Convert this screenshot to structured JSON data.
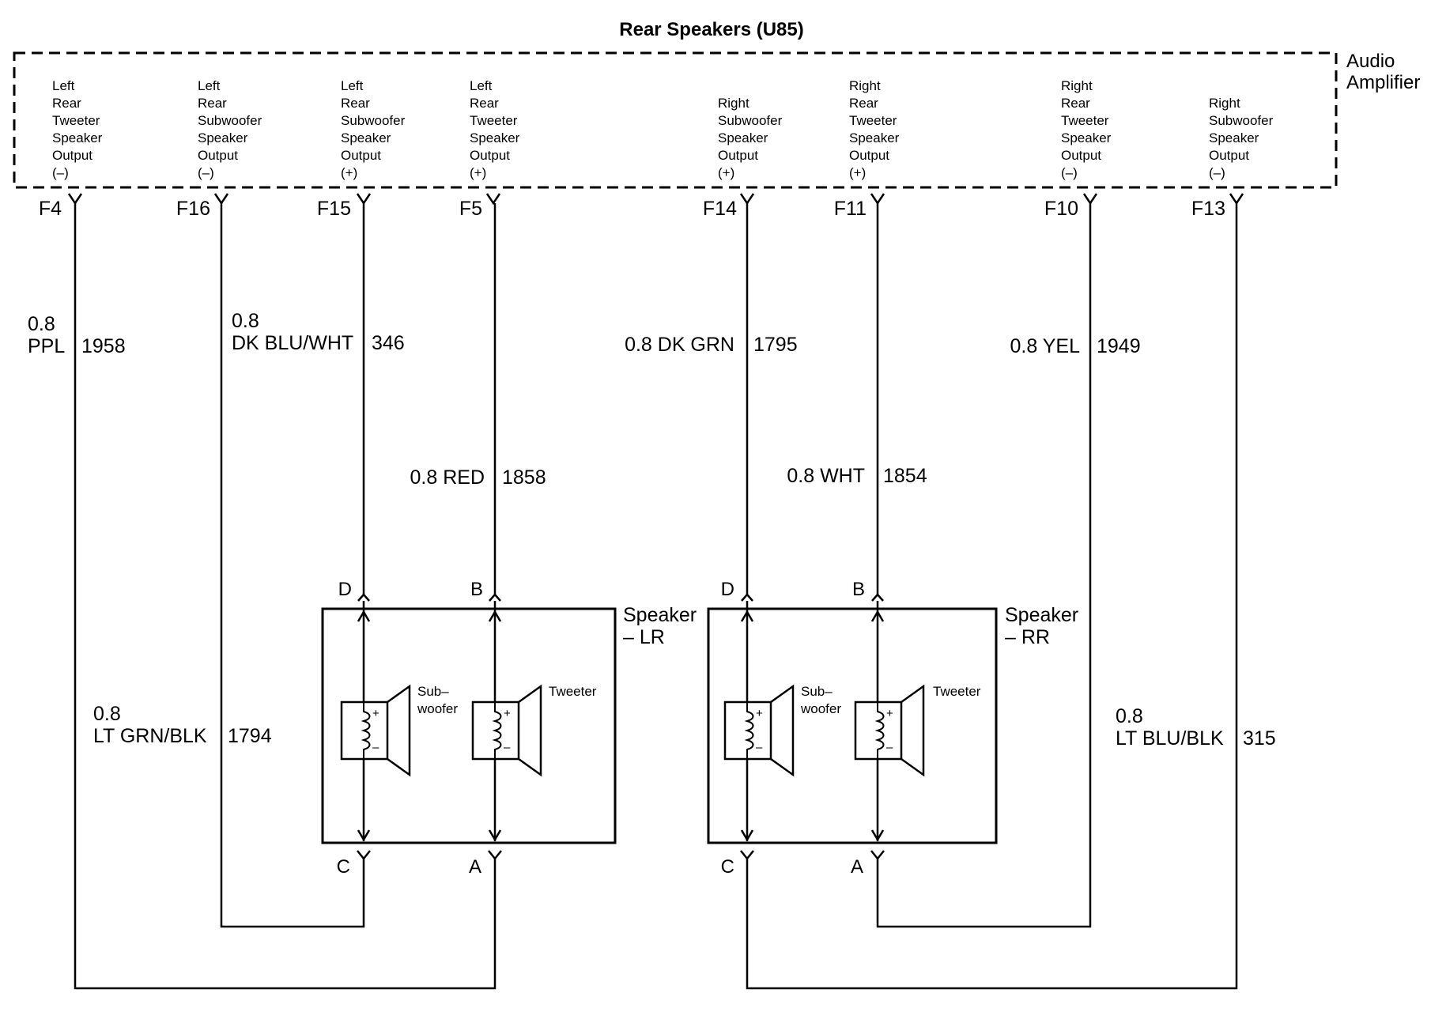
{
  "title": "Rear Speakers (U85)",
  "amplifier": {
    "name_line1": "Audio",
    "name_line2": "Amplifier"
  },
  "outputs": [
    {
      "pin": "F4",
      "lines": [
        "Left",
        "Rear",
        "Tweeter",
        "Speaker",
        "Output",
        "(–)"
      ]
    },
    {
      "pin": "F16",
      "lines": [
        "Left",
        "Rear",
        "Subwoofer",
        "Speaker",
        "Output",
        "(–)"
      ]
    },
    {
      "pin": "F15",
      "lines": [
        "Left",
        "Rear",
        "Subwoofer",
        "Speaker",
        "Output",
        "(+)"
      ]
    },
    {
      "pin": "F5",
      "lines": [
        "Left",
        "Rear",
        "Tweeter",
        "Speaker",
        "Output",
        "(+)"
      ]
    },
    {
      "pin": "F14",
      "lines": [
        "Right",
        "Subwoofer",
        "Speaker",
        "Output",
        "(+)"
      ]
    },
    {
      "pin": "F11",
      "lines": [
        "Right",
        "Rear",
        "Tweeter",
        "Speaker",
        "Output",
        "(+)"
      ]
    },
    {
      "pin": "F10",
      "lines": [
        "Right",
        "Rear",
        "Tweeter",
        "Speaker",
        "Output",
        "(–)"
      ]
    },
    {
      "pin": "F13",
      "lines": [
        "Right",
        "Subwoofer",
        "Speaker",
        "Output",
        "(–)"
      ]
    }
  ],
  "wires": [
    {
      "size": "0.8",
      "color": "PPL",
      "circuit": "1958"
    },
    {
      "size": "0.8",
      "color": "DK BLU/WHT",
      "circuit": "346"
    },
    {
      "label": "0.8 RED",
      "circuit": "1858"
    },
    {
      "label": "0.8 DK GRN",
      "circuit": "1795"
    },
    {
      "label": "0.8 WHT",
      "circuit": "1854"
    },
    {
      "label": "0.8 YEL",
      "circuit": "1949"
    },
    {
      "size": "0.8",
      "color": "LT GRN/BLK",
      "circuit": "1794"
    },
    {
      "size": "0.8",
      "color": "LT BLU/BLK",
      "circuit": "315"
    }
  ],
  "speakers": [
    {
      "name_line1": "Speaker",
      "name_line2": "– LR",
      "sub_line1": "Sub–",
      "sub_line2": "woofer",
      "tweeter": "Tweeter",
      "pins": [
        "D",
        "B",
        "C",
        "A"
      ]
    },
    {
      "name_line1": "Speaker",
      "name_line2": "– RR",
      "sub_line1": "Sub–",
      "sub_line2": "woofer",
      "tweeter": "Tweeter",
      "pins": [
        "D",
        "B",
        "C",
        "A"
      ]
    }
  ],
  "polarity": {
    "plus": "+",
    "minus": "–"
  }
}
